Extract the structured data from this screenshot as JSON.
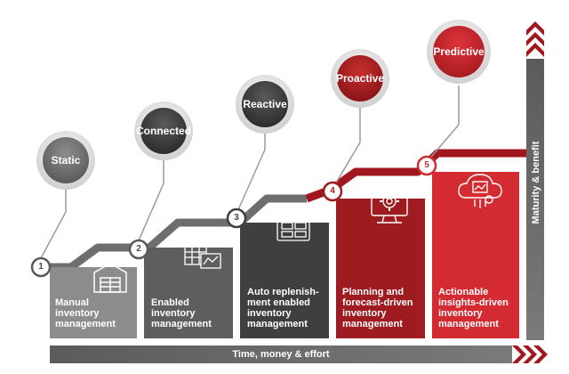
{
  "colors": {
    "dark_gray": "#4a4a4c",
    "mid_gray": "#8c8c8e",
    "light_gray": "#a7a7a9",
    "red": "#c1272d",
    "deep_red": "#9e1b20",
    "axis": "#6a6a6c"
  },
  "stages": [
    {
      "number": "1",
      "title": "Static",
      "label": "Manual\ninventory\nmanagement",
      "icon": "warehouse-icon"
    },
    {
      "number": "2",
      "title": "Connected",
      "label": "Enabled\ninventory\nmanagement",
      "icon": "spreadsheet-chart-icon"
    },
    {
      "number": "3",
      "title": "Reactive",
      "label": "Auto replenish-\nment enabled\ninventory\nmanagement",
      "icon": "dashboard-window-icon"
    },
    {
      "number": "4",
      "title": "Proactive",
      "label": "Planning and\nforecast-driven\ninventory\nmanagement",
      "icon": "gear-monitor-icon"
    },
    {
      "number": "5",
      "title": "Predictive",
      "label": "Actionable\ninsights-driven\ninventory\nmanagement",
      "icon": "cloud-analytics-icon"
    }
  ],
  "axes": {
    "x_label": "Time, money & effort",
    "y_label": "Maturity & benefit"
  }
}
